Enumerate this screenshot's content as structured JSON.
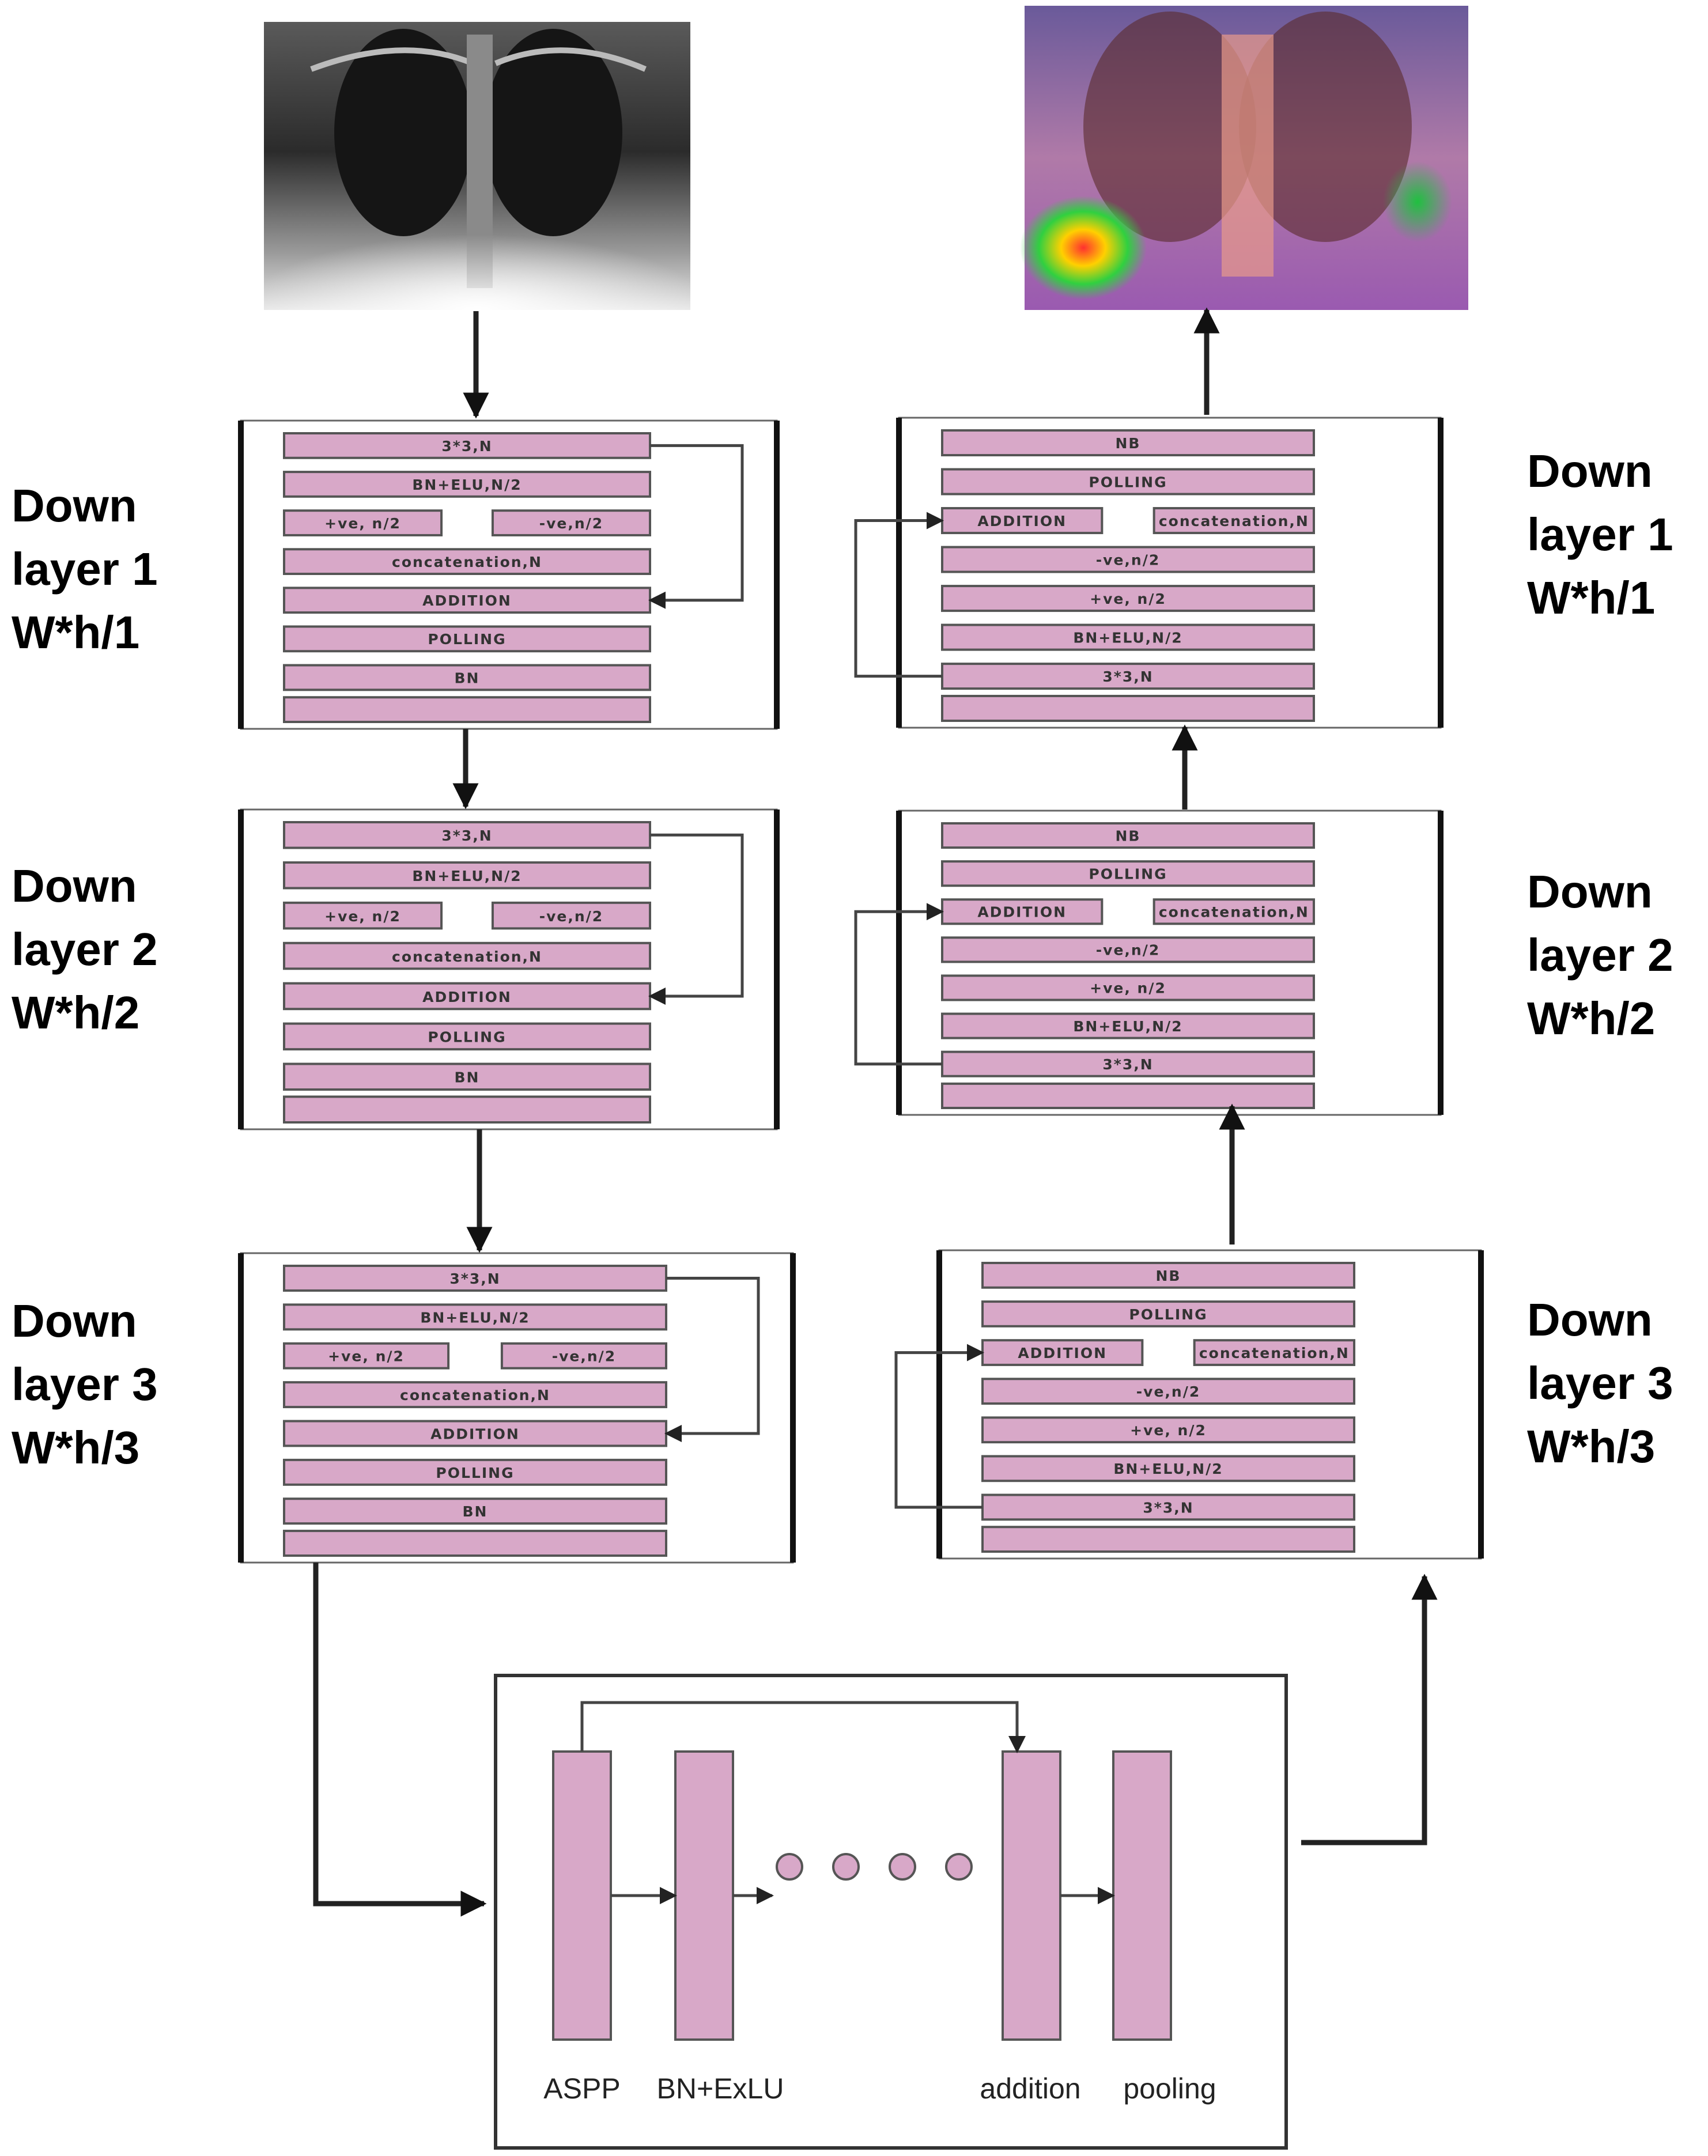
{
  "encoder": [
    {
      "label_lines": [
        "Down",
        "layer 1",
        "W*h/1"
      ],
      "blocks": [
        "3*3,N",
        "BN+ELU,N/2",
        "+ve, n/2",
        "-ve,n/2",
        "concatenation,N",
        "ADDITION",
        "POLLING",
        "BN"
      ]
    },
    {
      "label_lines": [
        "Down",
        "layer 2",
        "W*h/2"
      ],
      "blocks": [
        "3*3,N",
        "BN+ELU,N/2",
        "+ve, n/2",
        "-ve,n/2",
        "concatenation,N",
        "ADDITION",
        "POLLING",
        "BN"
      ]
    },
    {
      "label_lines": [
        "Down",
        "layer 3",
        "W*h/3"
      ],
      "blocks": [
        "3*3,N",
        "BN+ELU,N/2",
        "+ve, n/2",
        "-ve,n/2",
        "concatenation,N",
        "ADDITION",
        "POLLING",
        "BN"
      ]
    }
  ],
  "decoder": [
    {
      "label_lines": [
        "Down",
        "layer 1",
        "W*h/1"
      ],
      "blocks": [
        "NB",
        "POLLING",
        "ADDITION",
        "concatenation,N",
        "-ve,n/2",
        "+ve, n/2",
        "BN+ELU,N/2",
        "3*3,N"
      ]
    },
    {
      "label_lines": [
        "Down",
        "layer 2",
        "W*h/2"
      ],
      "blocks": [
        "NB",
        "POLLING",
        "ADDITION",
        "concatenation,N",
        "-ve,n/2",
        "+ve, n/2",
        "BN+ELU,N/2",
        "3*3,N"
      ]
    },
    {
      "label_lines": [
        "Down",
        "layer 3",
        "W*h/3"
      ],
      "blocks": [
        "NB",
        "POLLING",
        "ADDITION",
        "concatenation,N",
        "-ve,n/2",
        "+ve, n/2",
        "BN+ELU,N/2",
        "3*3,N"
      ]
    }
  ],
  "bottleneck": {
    "labels": [
      "ASPP",
      "BN+ExLU",
      "addition",
      "pooling"
    ]
  },
  "images": {
    "input": "chest-xray",
    "output": "heatmap-overlay"
  }
}
